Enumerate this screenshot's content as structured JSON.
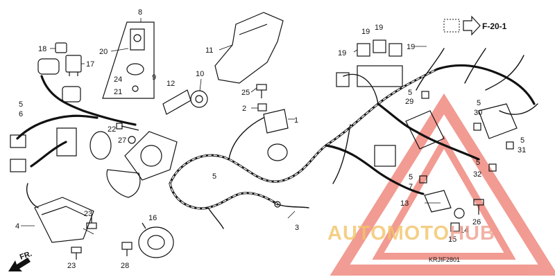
{
  "diagram": {
    "callouts": [
      {
        "id": "8",
        "text": "8"
      },
      {
        "id": "20",
        "text": "20"
      },
      {
        "id": "9",
        "text": "9"
      },
      {
        "id": "24",
        "text": "24"
      },
      {
        "id": "21",
        "text": "21"
      },
      {
        "id": "18",
        "text": "18"
      },
      {
        "id": "17",
        "text": "17"
      },
      {
        "id": "5a",
        "text": "5"
      },
      {
        "id": "6",
        "text": "6"
      },
      {
        "id": "12",
        "text": "12"
      },
      {
        "id": "10",
        "text": "10"
      },
      {
        "id": "11",
        "text": "11"
      },
      {
        "id": "25",
        "text": "25"
      },
      {
        "id": "2",
        "text": "2"
      },
      {
        "id": "1",
        "text": "1"
      },
      {
        "id": "22",
        "text": "22"
      },
      {
        "id": "27",
        "text": "27"
      },
      {
        "id": "5b",
        "text": "5"
      },
      {
        "id": "4",
        "text": "4"
      },
      {
        "id": "23a",
        "text": "23"
      },
      {
        "id": "23b",
        "text": "23"
      },
      {
        "id": "16",
        "text": "16"
      },
      {
        "id": "28",
        "text": "28"
      },
      {
        "id": "3",
        "text": "3"
      },
      {
        "id": "19a",
        "text": "19"
      },
      {
        "id": "19b",
        "text": "19"
      },
      {
        "id": "19c",
        "text": "19"
      },
      {
        "id": "19d",
        "text": "19"
      },
      {
        "id": "5c",
        "text": "5"
      },
      {
        "id": "29",
        "text": "29"
      },
      {
        "id": "5d",
        "text": "5"
      },
      {
        "id": "30",
        "text": "30"
      },
      {
        "id": "5e",
        "text": "5"
      },
      {
        "id": "31",
        "text": "31"
      },
      {
        "id": "5f",
        "text": "5"
      },
      {
        "id": "32",
        "text": "32"
      },
      {
        "id": "5g",
        "text": "5"
      },
      {
        "id": "7",
        "text": "7"
      },
      {
        "id": "13",
        "text": "13"
      },
      {
        "id": "26",
        "text": "26"
      },
      {
        "id": "14",
        "text": "14"
      },
      {
        "id": "15",
        "text": "15"
      }
    ],
    "reference_label": "F-20-1",
    "front_label": "FR.",
    "figure_code": "KRJIF2801"
  },
  "watermark": {
    "part1": "AUTOMOTO",
    "part2": "HUB",
    "colors": {
      "part1": "#f2c46a",
      "part2": "#f0a090",
      "triangle": "#e64a3c"
    }
  }
}
